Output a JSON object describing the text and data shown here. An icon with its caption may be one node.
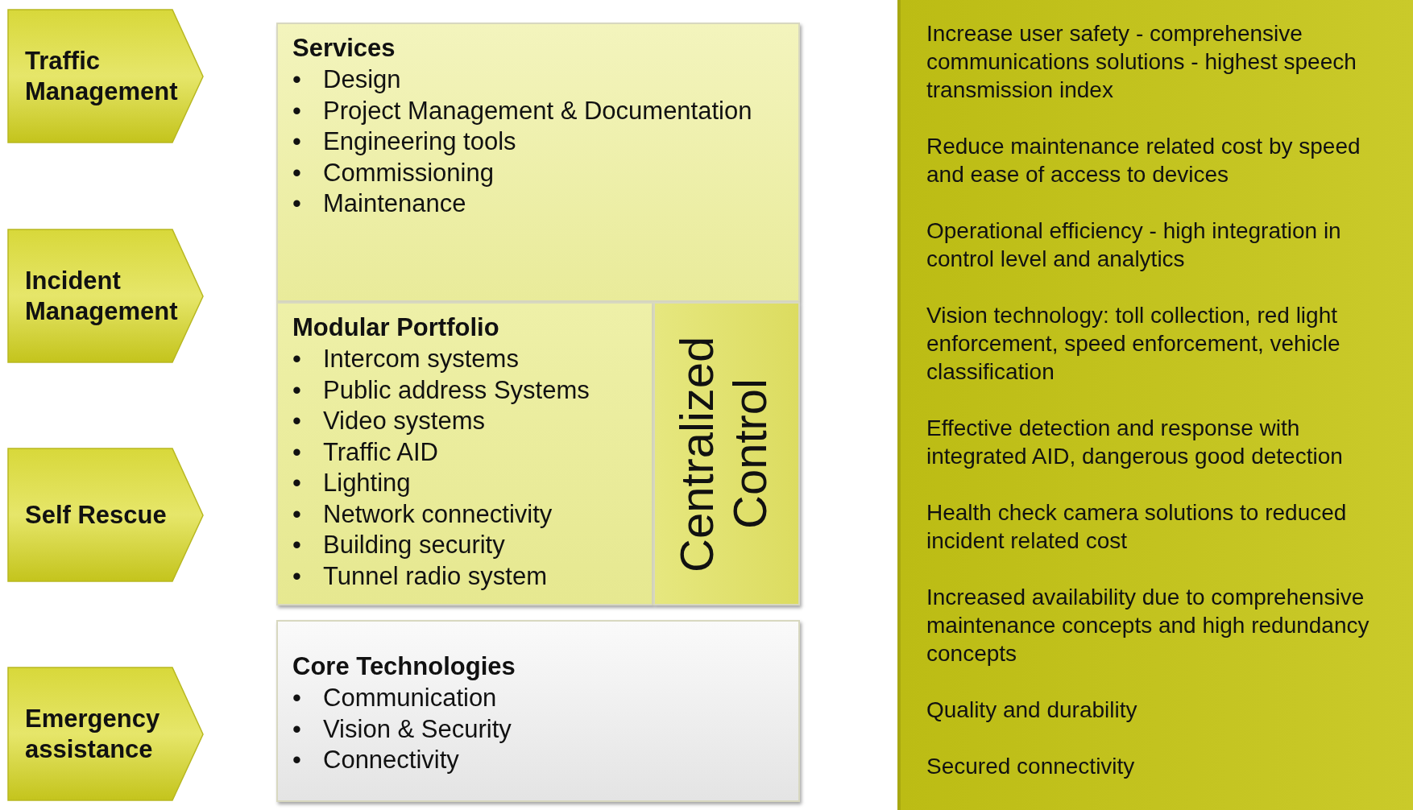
{
  "diagram": {
    "nodes": [
      {
        "text": [
          "Traffic Management"
        ]
      },
      {
        "text": [
          "Incident Management"
        ]
      },
      {
        "text": [
          "Self Rescue"
        ]
      },
      {
        "text": [
          "Emergency assistance"
        ]
      },
      {
        "text": [
          "Services",
          "•\tDesign",
          "•\tProject Management & Documentation",
          "•\tEngineering tools",
          "•\tCommissioning",
          "•\tMaintenance"
        ]
      },
      {
        "text": [
          "Modular Portfolio",
          "•\tIntercom systems",
          "•\tPublic address Systems",
          "•\tVideo systems",
          "•\tTraffic AID",
          "•\tLighting",
          "•\tNetwork connectivity",
          "•\tBuilding security",
          "•\tTunnel radio system"
        ]
      },
      {
        "text": [
          "Centralized Control"
        ]
      },
      {
        "text": [
          "Core Technologies",
          "•\tCommunication",
          "•\tVision & Security",
          "•\tConnectivity"
        ]
      },
      {
        "text": [
          "Increase user safety - comprehensive communications solutions - highest speech transmission index",
          "Reduce maintenance related cost by speed and ease of access to devices",
          "Operational efficiency - high integration in control level and analytics",
          "Vision technology: toll collection, red light enforcement, speed enforcement, vehicle classification",
          "Effective detection and response with integrated AID, dangerous good detection",
          "Health check camera solutions to reduced incident related cost",
          "Increased availability due to comprehensive maintenance concepts and high redundancy concepts",
          "Quality and durability",
          "Secured connectivity"
        ]
      }
    ],
    "edges": []
  }
}
